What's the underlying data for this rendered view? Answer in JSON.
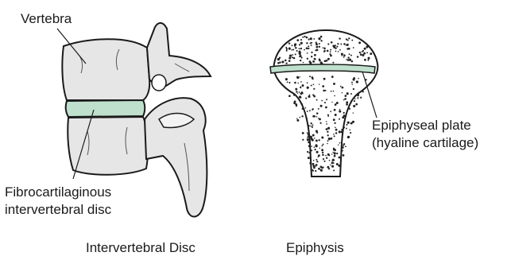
{
  "labels": {
    "vertebra": "Vertebra",
    "disc_line1": "Fibrocartilaginous",
    "disc_line2": "intervertebral disc",
    "plate_line1": "Epiphyseal plate",
    "plate_line2": "(hyaline cartilage)"
  },
  "captions": {
    "left": "Intervertebral Disc",
    "right": "Epiphysis"
  },
  "colors": {
    "bone_fill": "#e6e6e6",
    "cartilage_fill": "#bfe0cc",
    "outline": "#1a1a1a"
  }
}
